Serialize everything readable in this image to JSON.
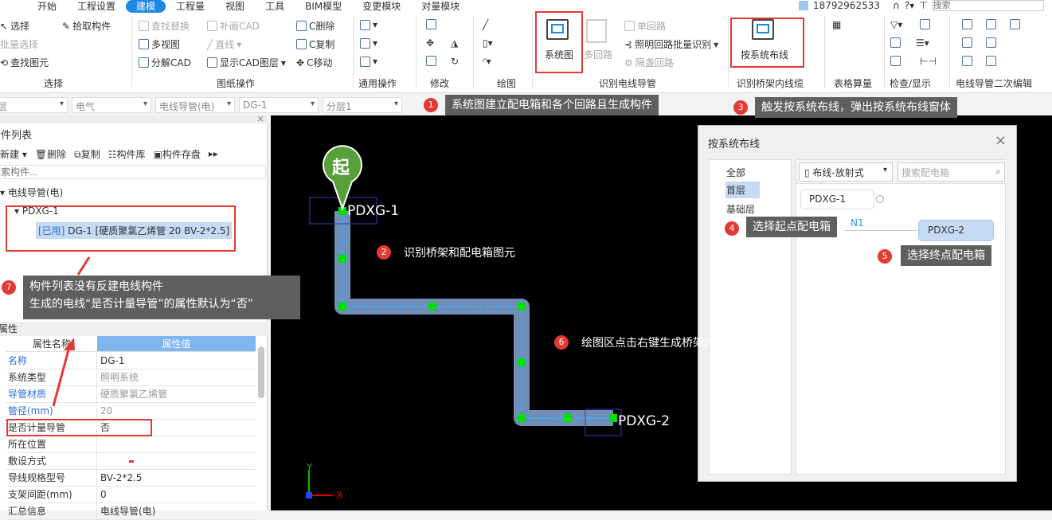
{
  "menubar": {
    "tabs": [
      "开始",
      "工程设置",
      "建模",
      "工程量",
      "视图",
      "工具",
      "BIM模型",
      "变更模块",
      "对量模块"
    ],
    "active": "建模",
    "phone": "18792962533",
    "search_placeholder": "搜索"
  },
  "ribbon": {
    "select": {
      "items": [
        "选择",
        "拾取构件",
        "批量选择",
        "查找图元"
      ],
      "label": "选择"
    },
    "drawing": {
      "items": [
        "查找替换",
        "补画CAD",
        "C删除",
        "多视图",
        "直线",
        "C复制",
        "分解CAD",
        "显示CAD图层",
        "C移动"
      ],
      "label": "图纸操作"
    },
    "general": {
      "label": "通用操作"
    },
    "modify": {
      "label": "修改"
    },
    "draw": {
      "label": "绘图"
    },
    "identify": {
      "items": [
        "系统图",
        "多回路",
        "单回路",
        "照明回路批量识别",
        "隔盏回路"
      ],
      "label": "识别电线导管"
    },
    "bridge": {
      "items": [
        "按系统布线"
      ],
      "label": "识别桥架内线缆"
    },
    "table": {
      "label": "表格算量"
    },
    "check": {
      "label": "检查/显示"
    },
    "secondary": {
      "label": "电线导管二次编辑"
    }
  },
  "filterbar": {
    "selects": [
      "首层",
      "电气",
      "电线导管(电)",
      "DG-1",
      "分层1"
    ]
  },
  "tips": {
    "t1": {
      "num": "1",
      "text": "系统图建立配电箱和各个回路且生成构件"
    },
    "t2": {
      "num": "2",
      "text": "识别桥架和配电箱图元"
    },
    "t3": {
      "num": "3",
      "text": "触发按系统布线，弹出按系统布线窗体"
    },
    "t4": {
      "num": "4",
      "text": "选择起点配电箱"
    },
    "t5": {
      "num": "5",
      "text": "选择终点配电箱"
    },
    "t6": {
      "num": "6",
      "text": "绘图区点击右键生成桥架内图元"
    },
    "t7": {
      "num": "7",
      "line1": "构件列表没有反建电线构件",
      "line2": "生成的电线“是否计量导管”的属性默认为“否”"
    }
  },
  "component_list": {
    "title": "构件列表",
    "toolbar": [
      "新建",
      "删除",
      "复制",
      "构件库",
      "构件存盘"
    ],
    "search_placeholder": "搜索构件...",
    "tree": {
      "root": "电线导管(电)",
      "child": "PDXG-1",
      "leaf_tag": "[已用]",
      "leaf": "DG-1 [硬质聚氯乙烯管 20 BV-2*2.5]"
    }
  },
  "properties": {
    "title": "属性",
    "headers": [
      "属性名称",
      "属性值"
    ],
    "rows": [
      {
        "k": "名称",
        "v": "DG-1",
        "kc": "blue",
        "vc": ""
      },
      {
        "k": "系统类型",
        "v": "照明系统",
        "kc": "",
        "vc": "grey"
      },
      {
        "k": "导管材质",
        "v": "硬质聚氯乙烯管",
        "kc": "blue",
        "vc": "grey"
      },
      {
        "k": "管径(mm)",
        "v": "20",
        "kc": "blue",
        "vc": "grey"
      },
      {
        "k": "是否计量导管",
        "v": "否",
        "kc": "",
        "vc": ""
      },
      {
        "k": "所在位置",
        "v": "",
        "kc": "",
        "vc": ""
      },
      {
        "k": "敷设方式",
        "v": "",
        "kc": "",
        "vc": ""
      },
      {
        "k": "导线规格型号",
        "v": "BV-2*2.5",
        "kc": "",
        "vc": ""
      },
      {
        "k": "支架间距(mm)",
        "v": "0",
        "kc": "",
        "vc": ""
      },
      {
        "k": "汇总信息",
        "v": "电线导管(电)",
        "kc": "",
        "vc": ""
      }
    ]
  },
  "canvas": {
    "start_badge": "起",
    "box1": "PDXG-1",
    "box2": "PDXG-2",
    "axis_x": "X",
    "axis_y": "Y"
  },
  "dialog": {
    "title": "按系统布线",
    "floors": [
      "全部",
      "首层",
      "基础层"
    ],
    "selected_floor": "首层",
    "mode": "布线-放射式",
    "search_placeholder": "搜索配电箱",
    "node1": "PDXG-1",
    "node2": "PDXG-2",
    "link": "N1"
  },
  "colors": {
    "accent": "#1e88e5",
    "highlight": "#e53935",
    "bridge": "#6f8fb8",
    "node": "#00e000"
  }
}
